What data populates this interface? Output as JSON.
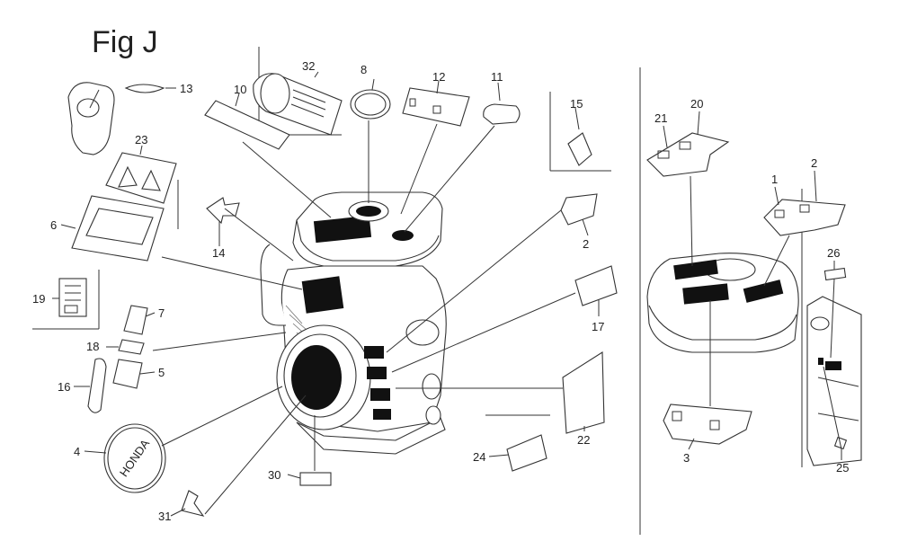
{
  "figure": {
    "title": "Fig J",
    "callouts": [
      "32",
      "8",
      "12",
      "11",
      "15",
      "13",
      "10",
      "23",
      "6",
      "14",
      "2",
      "19",
      "7",
      "18",
      "17",
      "16",
      "5",
      "4",
      "30",
      "24",
      "22",
      "31",
      "21",
      "20",
      "1",
      "2",
      "26",
      "3",
      "25"
    ],
    "badge_text": "HONDA"
  }
}
